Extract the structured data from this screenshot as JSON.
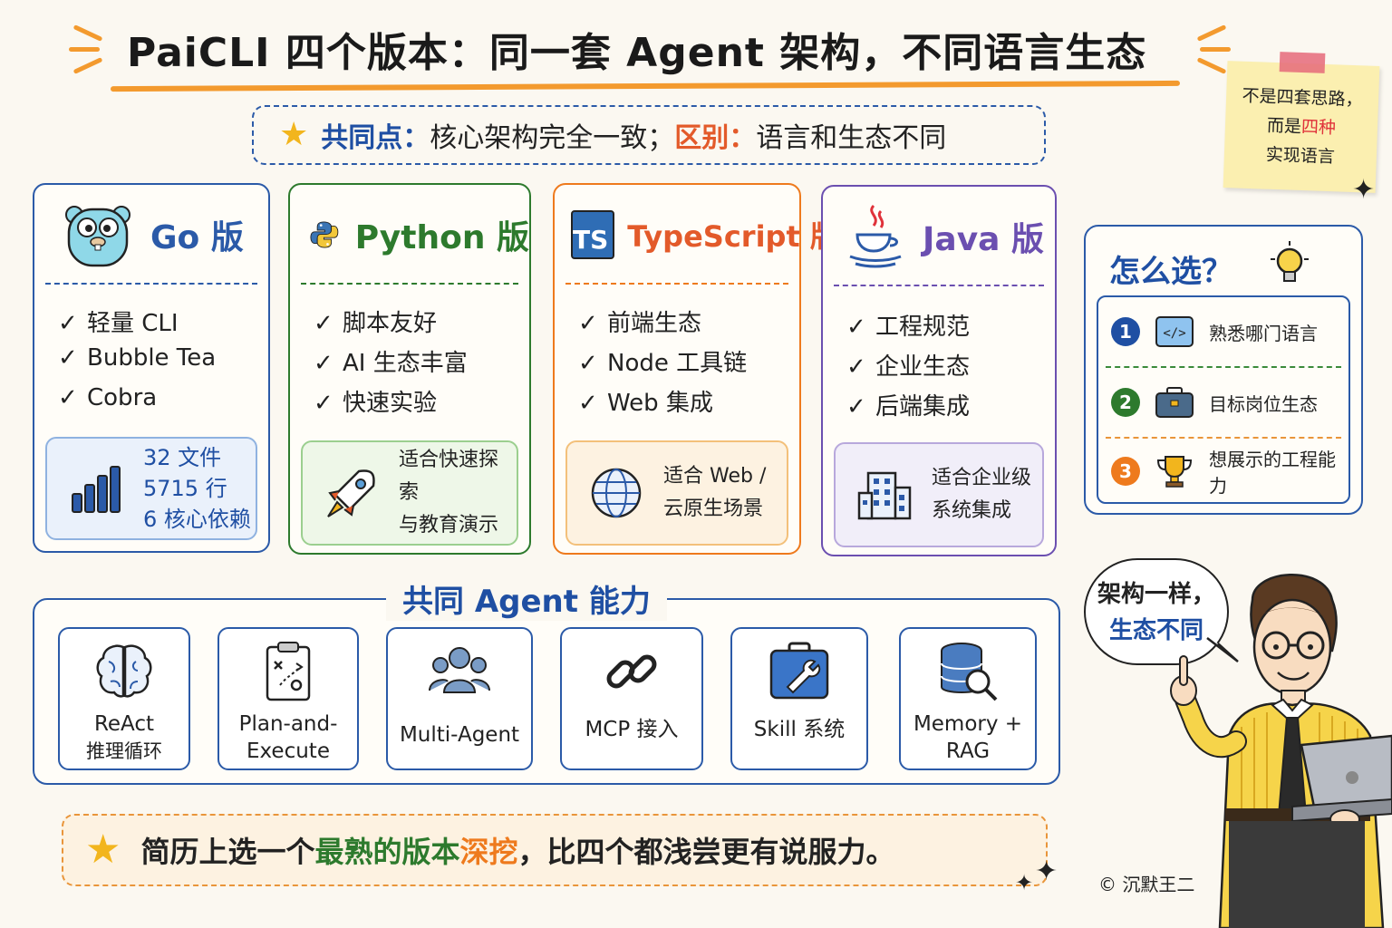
{
  "title": "PaiCLI 四个版本：同一套 Agent 架构，不同语言生态",
  "banner": {
    "common_label": "共同点：",
    "common_text": "核心架构完全一致；",
    "diff_label": "区别：",
    "diff_text": "语言和生态不同"
  },
  "sticky": {
    "line1": "不是四套思路，",
    "line2_prefix": "而是",
    "line2_highlight": "四种",
    "line3": "实现语言"
  },
  "cards": [
    {
      "name": "Go 版",
      "color": "#2b5aa8",
      "icon": "gopher-icon",
      "features": [
        "轻量 CLI",
        "Bubble Tea",
        "Cobra"
      ],
      "tip_lines": [
        "32 文件",
        "5715 行",
        "6 核心依赖"
      ],
      "tip_icon": "bar-chart-icon"
    },
    {
      "name": "Python 版",
      "color": "#2d7a2d",
      "icon": "python-icon",
      "features": [
        "脚本友好",
        "AI 生态丰富",
        "快速实验"
      ],
      "tip_lines": [
        "适合快速探索",
        "与教育演示"
      ],
      "tip_icon": "rocket-icon"
    },
    {
      "name": "TypeScript 版",
      "color": "#ee7a1d",
      "icon": "typescript-icon",
      "features": [
        "前端生态",
        "Node 工具链",
        "Web 集成"
      ],
      "tip_lines": [
        "适合 Web /",
        "云原生场景"
      ],
      "tip_icon": "globe-icon"
    },
    {
      "name": "Java 版",
      "color": "#6b4fb0",
      "icon": "java-coffee-icon",
      "features": [
        "工程规范",
        "企业生态",
        "后端集成"
      ],
      "tip_lines": [
        "适合企业级",
        "系统集成"
      ],
      "tip_icon": "building-icon"
    }
  ],
  "choose": {
    "title": "怎么选？",
    "rows": [
      {
        "num": "1",
        "text": "熟悉哪门语言",
        "color": "#1f4fa3",
        "icon": "code-icon"
      },
      {
        "num": "2",
        "text": "目标岗位生态",
        "color": "#2d7a2d",
        "icon": "briefcase-icon"
      },
      {
        "num": "3",
        "text": "想展示的工程能力",
        "color": "#ee7a1d",
        "icon": "trophy-icon"
      }
    ]
  },
  "abilities": {
    "title": "共同 Agent 能力",
    "items": [
      {
        "line1": "ReAct",
        "line2": "推理循环",
        "icon": "brain-icon"
      },
      {
        "line1": "Plan-and-",
        "line2": "Execute",
        "icon": "clipboard-plan-icon"
      },
      {
        "line1": "Multi-Agent",
        "line2": "",
        "icon": "team-icon"
      },
      {
        "line1": "MCP 接入",
        "line2": "",
        "icon": "link-chain-icon"
      },
      {
        "line1": "Skill 系统",
        "line2": "",
        "icon": "toolbox-icon"
      },
      {
        "line1": "Memory +",
        "line2": "RAG",
        "icon": "database-search-icon"
      }
    ]
  },
  "bottom": {
    "prefix": "简历上选一个",
    "highlight_green": "最熟的版本",
    "highlight_orange": "深挖",
    "suffix": "，比四个都浅尝更有说服力。"
  },
  "bubble": {
    "line1": "架构一样，",
    "line2": "生态不同"
  },
  "credit": "© 沉默王二"
}
